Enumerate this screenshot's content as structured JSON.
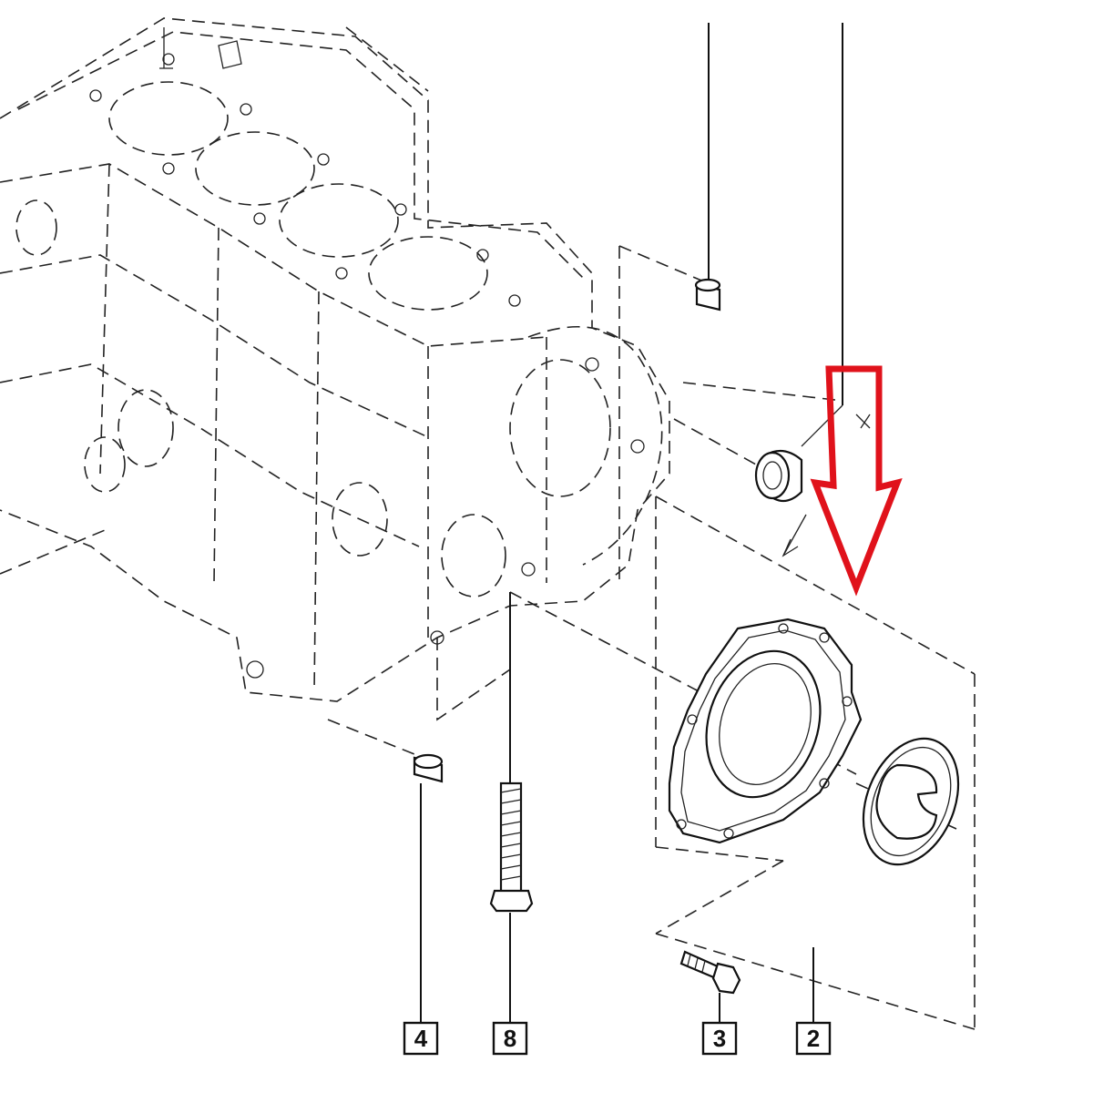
{
  "callouts": [
    {
      "id": "4",
      "label": "4"
    },
    {
      "id": "8",
      "label": "8"
    },
    {
      "id": "3",
      "label": "3"
    },
    {
      "id": "2",
      "label": "2"
    }
  ],
  "colors": {
    "highlight_arrow": "#e0121b",
    "line_art": "#111111",
    "background": "#ffffff"
  },
  "icons": {
    "highlight": "down-arrow-icon"
  }
}
